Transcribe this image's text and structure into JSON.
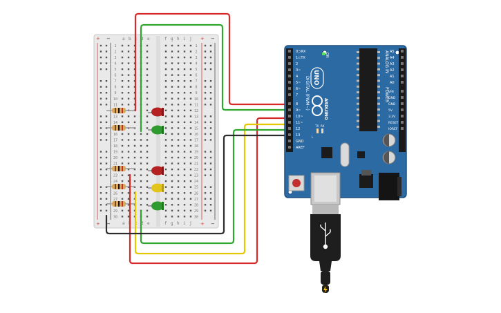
{
  "breadboard": {
    "col_letters_left": [
      "a",
      "b",
      "c",
      "d",
      "e"
    ],
    "col_letters_right": [
      "f",
      "g",
      "h",
      "i",
      "j"
    ],
    "rail_plus": "+",
    "rail_minus": "−",
    "row_count": 30
  },
  "arduino": {
    "model": "UNO",
    "brand": "ARDUINO",
    "header_digital_label": "DIGITAL (PWM~)",
    "header_analog_label": "ANALOG IN",
    "header_power_label": "POWER",
    "on_label": "ON",
    "tx_label": "TX",
    "rx_label": "RX",
    "l_label": "L",
    "digital_pins": [
      "0⊃RX",
      "1⊂TX",
      "2",
      "3~",
      "4",
      "5~",
      "6~",
      "7",
      "8",
      "9~",
      "10~",
      "11~",
      "12",
      "13",
      "GND",
      "AREF"
    ],
    "analog_pins": [
      "A5",
      "A4",
      "A3",
      "A2",
      "A1",
      "A0"
    ],
    "power_pins": [
      "VIN",
      "GND",
      "GND",
      "5V",
      "3.3V",
      "RESET",
      "IOREF"
    ]
  },
  "colors": {
    "wire_red": "#d62828",
    "wire_green": "#2ea62e",
    "wire_yellow": "#e6c800",
    "wire_black": "#2b2b2b",
    "arduino_board": "#2c6aa4",
    "led_red": "#b52020",
    "led_yellow": "#e3c41a",
    "led_green": "#2e9b2e",
    "resistor": "#d9a860",
    "usb_cable": "#1e1e1e"
  }
}
